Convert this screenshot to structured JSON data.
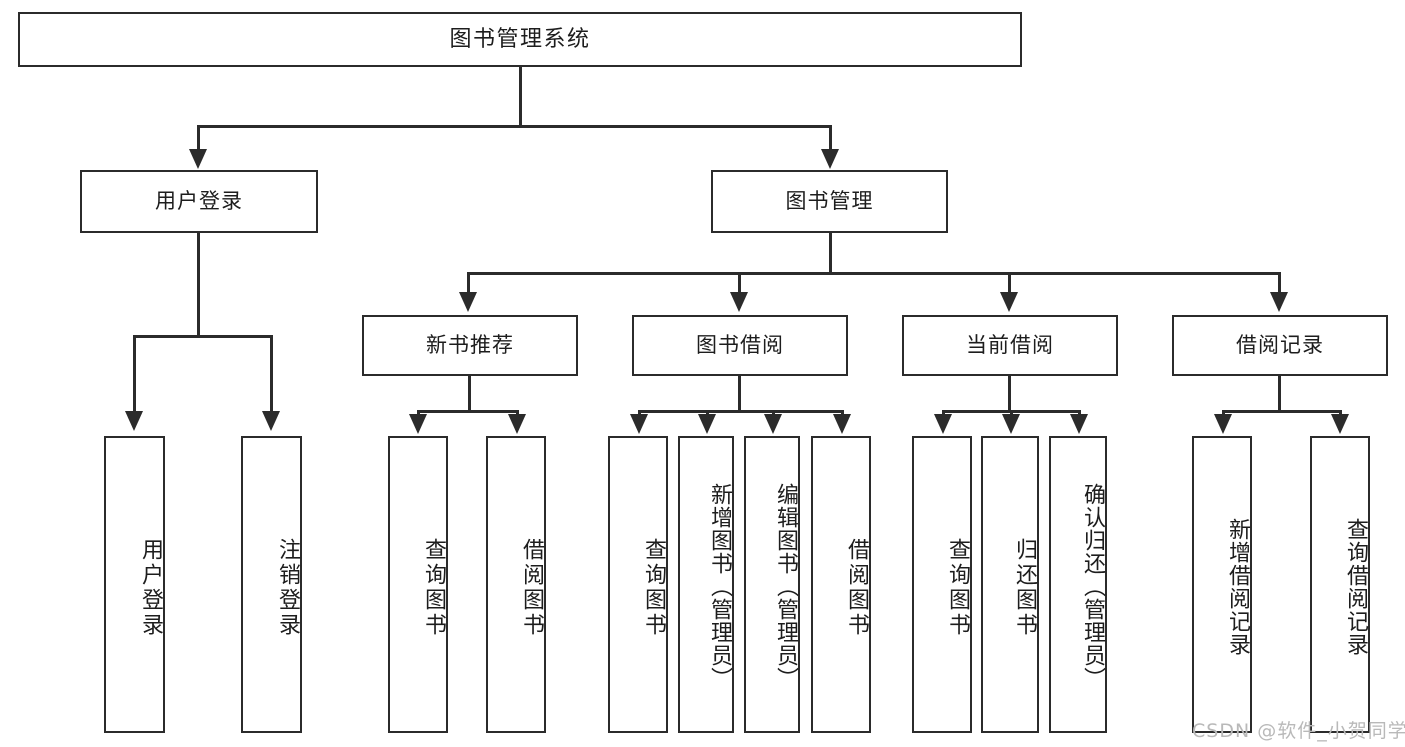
{
  "diagram": {
    "title": "图书管理系统",
    "type": "tree",
    "watermark": "CSDN @软件_小贺同学",
    "colors": {
      "stroke": "#2b2b2b",
      "fill": "#ffffff",
      "text": "#1d1d1d",
      "watermark": "#b9b9b9"
    },
    "root": {
      "label": "图书管理系统"
    },
    "level2": [
      {
        "label": "用户登录"
      },
      {
        "label": "图书管理"
      }
    ],
    "level3": [
      {
        "label": "新书推荐"
      },
      {
        "label": "图书借阅"
      },
      {
        "label": "当前借阅"
      },
      {
        "label": "借阅记录"
      }
    ],
    "leaves": {
      "user_login": [
        {
          "label": "用户登录"
        },
        {
          "label": "注销登录"
        }
      ],
      "new_book_recommend": [
        {
          "label": "查询图书"
        },
        {
          "label": "借阅图书"
        }
      ],
      "book_borrow": [
        {
          "label": "查询图书"
        },
        {
          "label": "新增图书（管理员）"
        },
        {
          "label": "编辑图书（管理员）"
        },
        {
          "label": "借阅图书"
        }
      ],
      "current_borrow": [
        {
          "label": "查询图书"
        },
        {
          "label": "归还图书"
        },
        {
          "label": "确认归还（管理员）"
        }
      ],
      "borrow_record": [
        {
          "label": "新增借阅记录"
        },
        {
          "label": "查询借阅记录"
        }
      ]
    }
  }
}
